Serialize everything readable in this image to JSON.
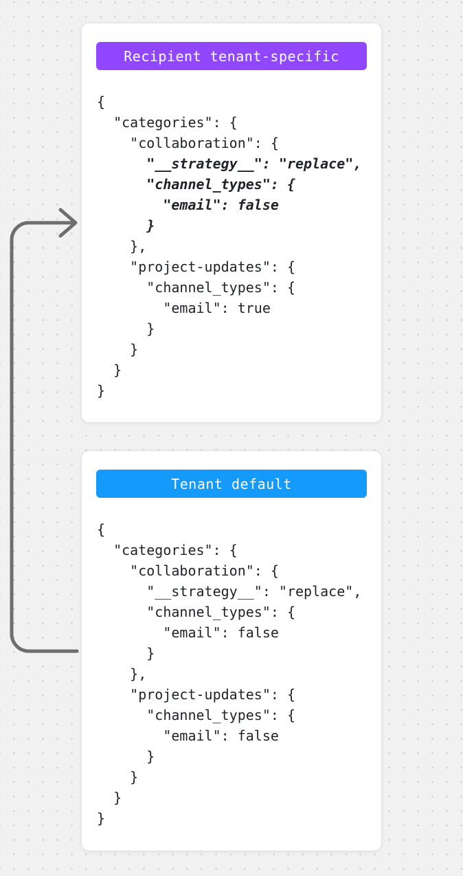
{
  "background": {
    "color": "#f1f1f1",
    "dot_color": "#c7c7c7"
  },
  "arrow": {
    "color": "#6e6e6e",
    "meaning": "from-tenant-default-to-recipient-tenant-specific"
  },
  "cards": [
    {
      "name": "recipient-tenant-specific",
      "badge_label": "Recipient tenant-specific",
      "badge_color": "#9147ff",
      "lines": [
        {
          "t": "{",
          "em": false
        },
        {
          "t": "  \"categories\": {",
          "em": false
        },
        {
          "t": "    \"collaboration\": {",
          "em": false
        },
        {
          "t": "      \"__strategy__\": \"replace\",",
          "em": true
        },
        {
          "t": "      \"channel_types\": {",
          "em": true
        },
        {
          "t": "        \"email\": false",
          "em": true
        },
        {
          "t": "      }",
          "em": true
        },
        {
          "t": "    },",
          "em": false
        },
        {
          "t": "    \"project-updates\": {",
          "em": false
        },
        {
          "t": "      \"channel_types\": {",
          "em": false
        },
        {
          "t": "        \"email\": true",
          "em": false
        },
        {
          "t": "      }",
          "em": false
        },
        {
          "t": "    }",
          "em": false
        },
        {
          "t": "  }",
          "em": false
        },
        {
          "t": "}",
          "em": false
        }
      ]
    },
    {
      "name": "tenant-default",
      "badge_label": "Tenant default",
      "badge_color": "#149afa",
      "lines": [
        {
          "t": "{",
          "em": false
        },
        {
          "t": "  \"categories\": {",
          "em": false
        },
        {
          "t": "    \"collaboration\": {",
          "em": false
        },
        {
          "t": "      \"__strategy__\": \"replace\",",
          "em": false
        },
        {
          "t": "      \"channel_types\": {",
          "em": false
        },
        {
          "t": "        \"email\": false",
          "em": false
        },
        {
          "t": "      }",
          "em": false
        },
        {
          "t": "    },",
          "em": false
        },
        {
          "t": "    \"project-updates\": {",
          "em": false
        },
        {
          "t": "      \"channel_types\": {",
          "em": false
        },
        {
          "t": "        \"email\": false",
          "em": false
        },
        {
          "t": "      }",
          "em": false
        },
        {
          "t": "    }",
          "em": false
        },
        {
          "t": "  }",
          "em": false
        },
        {
          "t": "}",
          "em": false
        }
      ]
    }
  ]
}
